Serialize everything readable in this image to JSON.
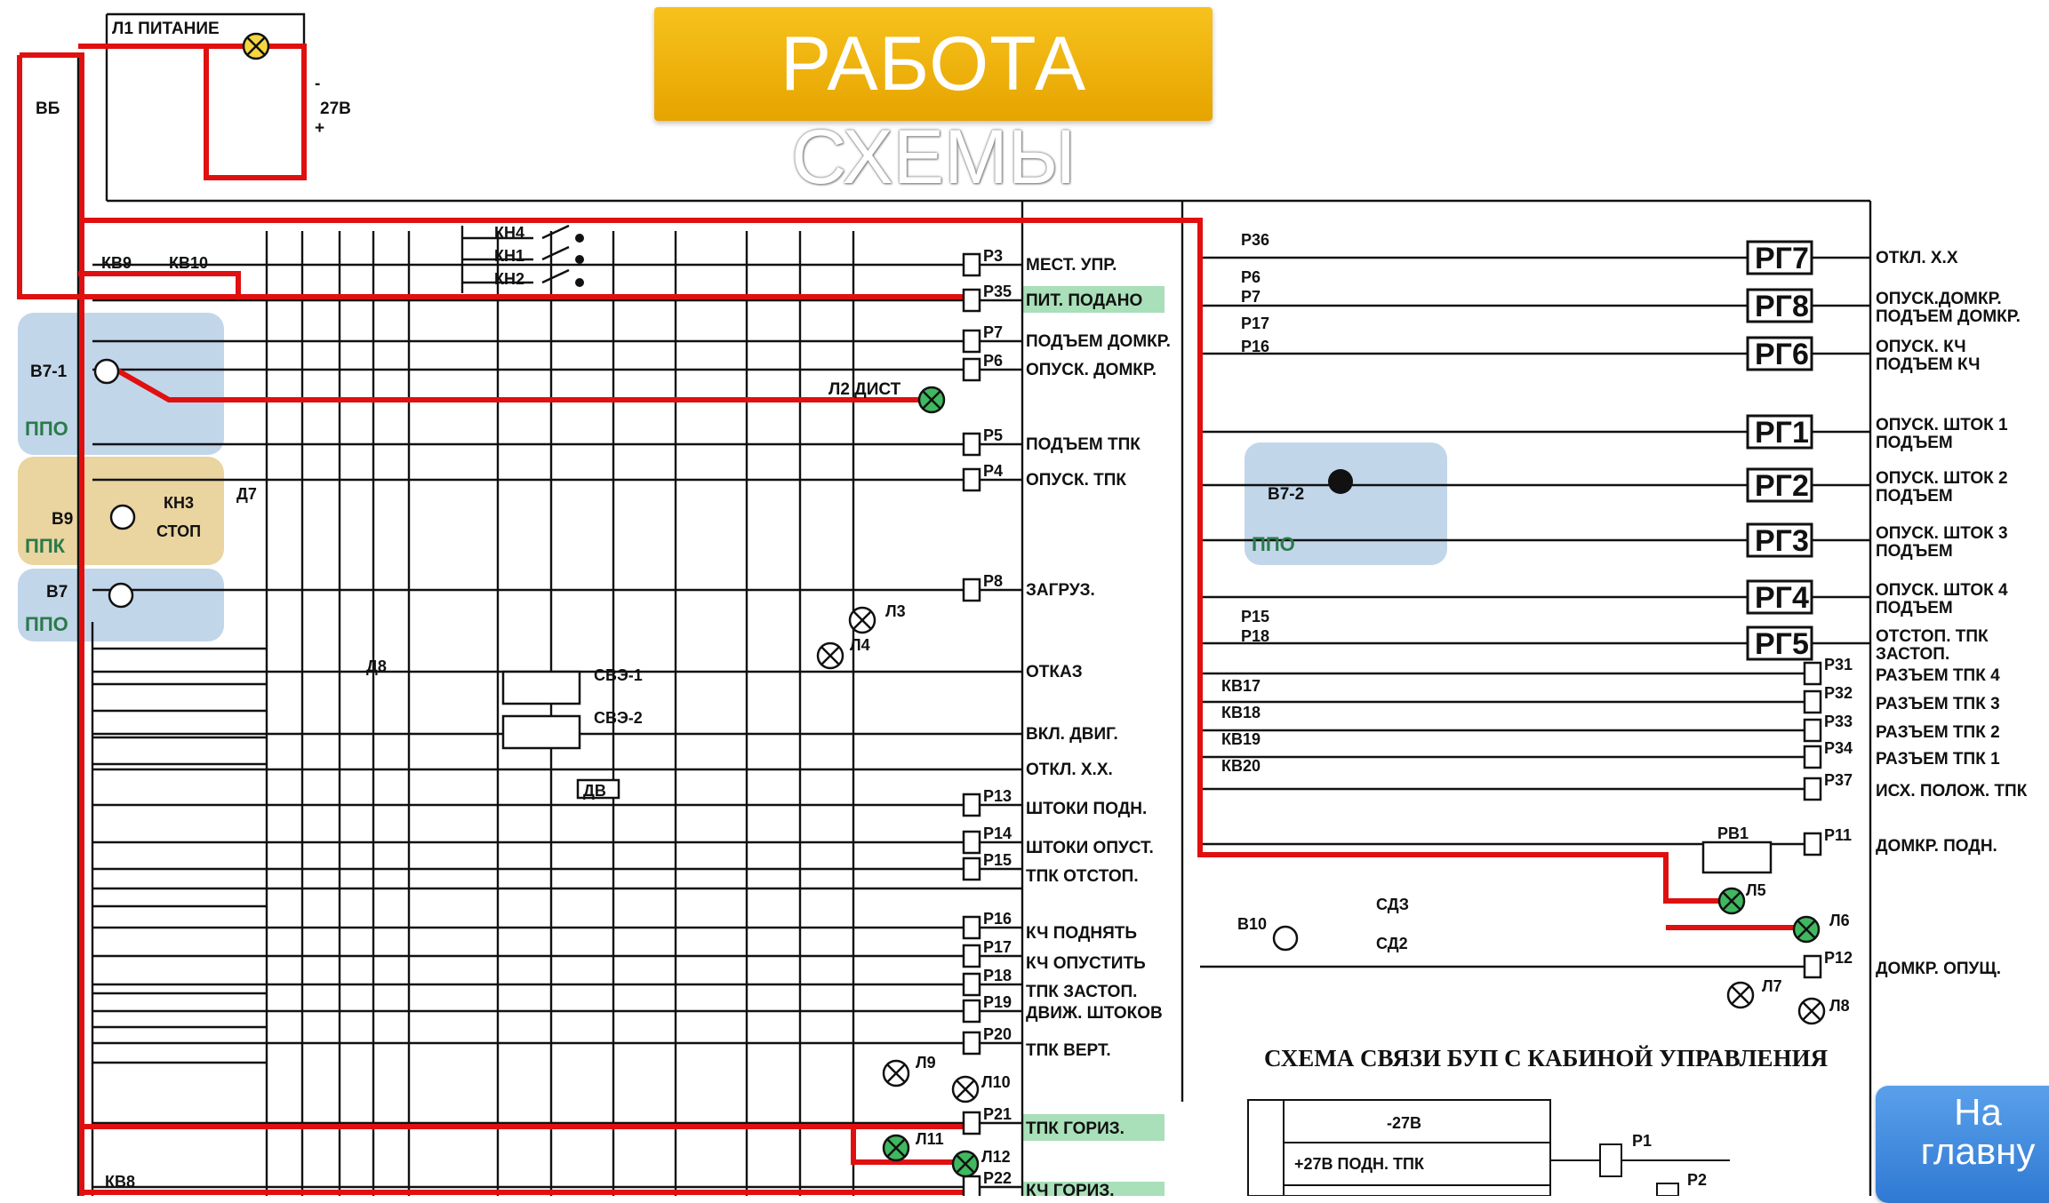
{
  "title": "РАБОТА",
  "subtitle": "СХЕМЫ",
  "home_button": {
    "line1": "На",
    "line2": "главну"
  },
  "diagram_caption": "СХЕМА СВЯЗИ БУП С КАБИНОЙ УПРАВЛЕНИЯ",
  "top": {
    "power_label": "Л1 ПИТАНИЕ",
    "vb": "ВБ",
    "minus": "-",
    "voltage": "27В",
    "plus": "+"
  },
  "zones": {
    "b71": "В7-1",
    "ppo1": "ППО",
    "b9": "В9",
    "ppk": "ППК",
    "b7": "В7",
    "ppo2": "ППО",
    "b72": "В7-2",
    "ppo3": "ППО"
  },
  "left_outputs": [
    {
      "relay": "Р3",
      "label": "МЕСТ. УПР."
    },
    {
      "relay": "Р35",
      "label": "ПИТ. ПОДАНО"
    },
    {
      "relay": "Р7",
      "label": "ПОДЪЕМ ДОМКР."
    },
    {
      "relay": "Р6",
      "label": "ОПУСК. ДОМКР."
    },
    {
      "relay": "Р5",
      "label": "ПОДЪЕМ ТПК"
    },
    {
      "relay": "Р4",
      "label": "ОПУСК. ТПК"
    },
    {
      "relay": "Р8",
      "label": "ЗАГРУЗ."
    },
    {
      "relay": "",
      "label": "ОТКАЗ"
    },
    {
      "relay": "",
      "label": "ВКЛ. ДВИГ."
    },
    {
      "relay": "",
      "label": "ОТКЛ. Х.Х."
    },
    {
      "relay": "Р13",
      "label": "ШТОКИ ПОДН."
    },
    {
      "relay": "Р14",
      "label": "ШТОКИ ОПУСТ."
    },
    {
      "relay": "Р15",
      "label": "ТПК ОТСТОП."
    },
    {
      "relay": "Р16",
      "label": "КЧ ПОДНЯТЬ"
    },
    {
      "relay": "Р17",
      "label": "КЧ ОПУСТИТЬ"
    },
    {
      "relay": "Р18",
      "label": "ТПК ЗАСТОП."
    },
    {
      "relay": "Р19",
      "label": "ДВИЖ. ШТОКОВ"
    },
    {
      "relay": "Р20",
      "label": "ТПК ВЕРТ."
    },
    {
      "relay": "Р21",
      "label": "ТПК ГОРИЗ."
    },
    {
      "relay": "Р22",
      "label": "КЧ ГОРИЗ."
    }
  ],
  "rg_blocks": [
    {
      "name": "РГ7",
      "label1": "ОТКЛ. Х.Х",
      "label2": ""
    },
    {
      "name": "РГ8",
      "label1": "ОПУСК.ДОМКР.",
      "label2": "ПОДЪЕМ ДОМКР."
    },
    {
      "name": "РГ6",
      "label1": "ОПУСК. КЧ",
      "label2": "ПОДЪЕМ КЧ"
    },
    {
      "name": "РГ1",
      "label1": "ОПУСК. ШТОК 1",
      "label2": "ПОДЪЕМ"
    },
    {
      "name": "РГ2",
      "label1": "ОПУСК. ШТОК 2",
      "label2": "ПОДЪЕМ"
    },
    {
      "name": "РГ3",
      "label1": "ОПУСК. ШТОК 3",
      "label2": "ПОДЪЕМ"
    },
    {
      "name": "РГ4",
      "label1": "ОПУСК. ШТОК 4",
      "label2": "ПОДЪЕМ"
    },
    {
      "name": "РГ5",
      "label1": "ОТСТОП. ТПК",
      "label2": "ЗАСТОП."
    }
  ],
  "right_outputs": [
    {
      "relay": "Р31",
      "label": "РАЗЪЕМ ТПК 4"
    },
    {
      "relay": "Р32",
      "label": "РАЗЪЕМ ТПК 3"
    },
    {
      "relay": "Р33",
      "label": "РАЗЪЕМ ТПК 2"
    },
    {
      "relay": "Р34",
      "label": "РАЗЪЕМ ТПК 1"
    },
    {
      "relay": "Р37",
      "label": "ИСХ. ПОЛОЖ. ТПК"
    },
    {
      "relay": "Р11",
      "label": "ДОМКР. ПОДН."
    },
    {
      "relay": "Р12",
      "label": "ДОМКР. ОПУЩ."
    }
  ],
  "lamps": {
    "l2": "Л2 ДИСТ",
    "l3": "Л3",
    "l4": "Л4",
    "l5": "Л5",
    "l6": "Л6",
    "l7": "Л7",
    "l8": "Л8",
    "l9": "Л9",
    "l10": "Л10",
    "l11": "Л11",
    "l12": "Л12"
  },
  "buttons": {
    "kn4": "КН4",
    "kn1": "КН1",
    "kn2": "КН2",
    "kn3": "КН3",
    "stop": "СТОП"
  },
  "limit_switches": {
    "kv9": "КВ9",
    "kv10": "КВ10",
    "kv17": "КВ17",
    "kv18": "КВ18",
    "kv19": "КВ19",
    "kv20": "КВ20"
  },
  "bottom_table": {
    "row1": "-27В",
    "row2": "+27В  ПОДН.  ТПК",
    "p1": "Р1",
    "p2": "Р2"
  },
  "misc": {
    "d7": "Д7",
    "d8": "Д8",
    "sve1": "СВЭ-1",
    "sve2": "СВЭ-2",
    "dv": "ДВ",
    "b10": "В10",
    "sd3": "СДЗ",
    "sd2": "СД2",
    "rv1": "РВ1",
    "kv8": "КВ8"
  }
}
